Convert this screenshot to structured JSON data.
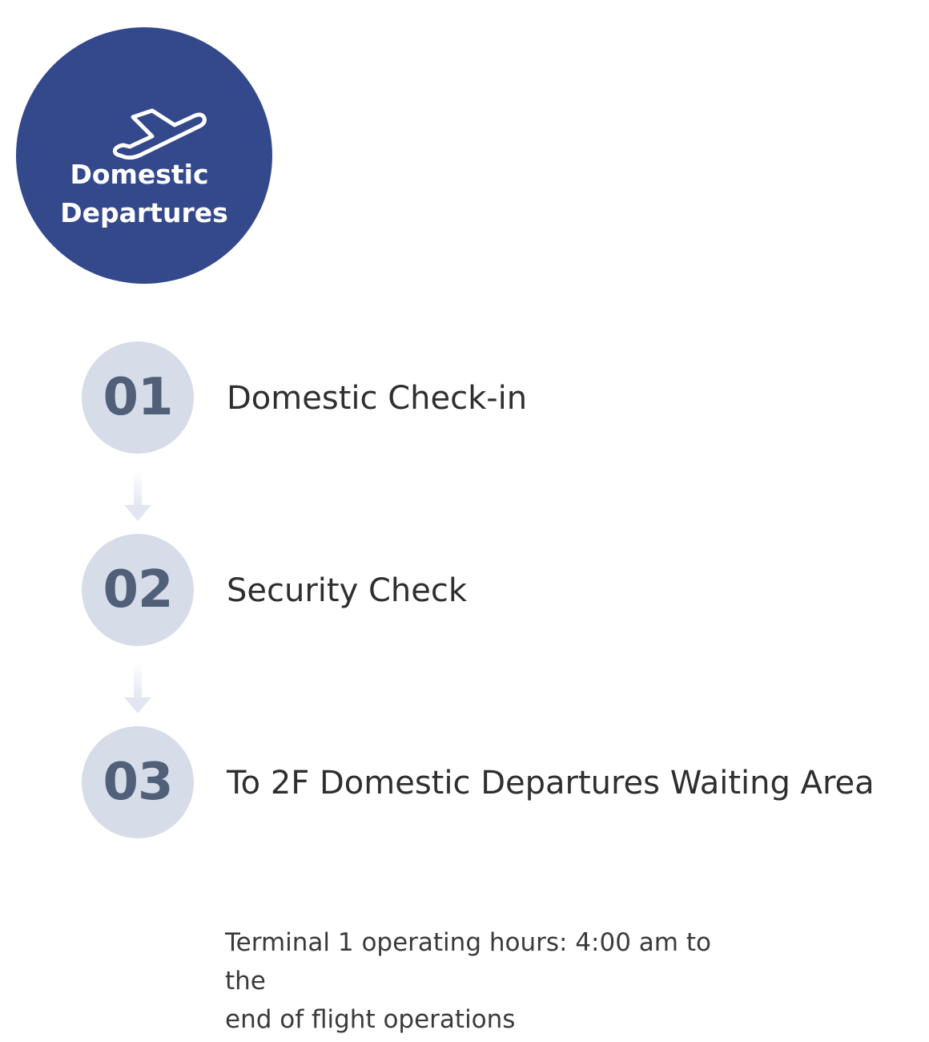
{
  "header": {
    "icon": "airplane-takeoff-icon",
    "title_line1": "Domestic",
    "title_line2": "Departures"
  },
  "colors": {
    "primary": "#34488c",
    "badge_bg": "#d7dce9",
    "badge_text": "#4f6078",
    "connector": "#e4e8f1",
    "text": "#2f2f2f"
  },
  "steps": [
    {
      "number": "01",
      "label": "Domestic Check-in"
    },
    {
      "number": "02",
      "label": "Security Check"
    },
    {
      "number": "03",
      "label": "To 2F Domestic Departures Waiting Area"
    }
  ],
  "note": {
    "line1": "Terminal 1 operating hours: 4:00 am to the",
    "line2": "end of flight operations"
  }
}
